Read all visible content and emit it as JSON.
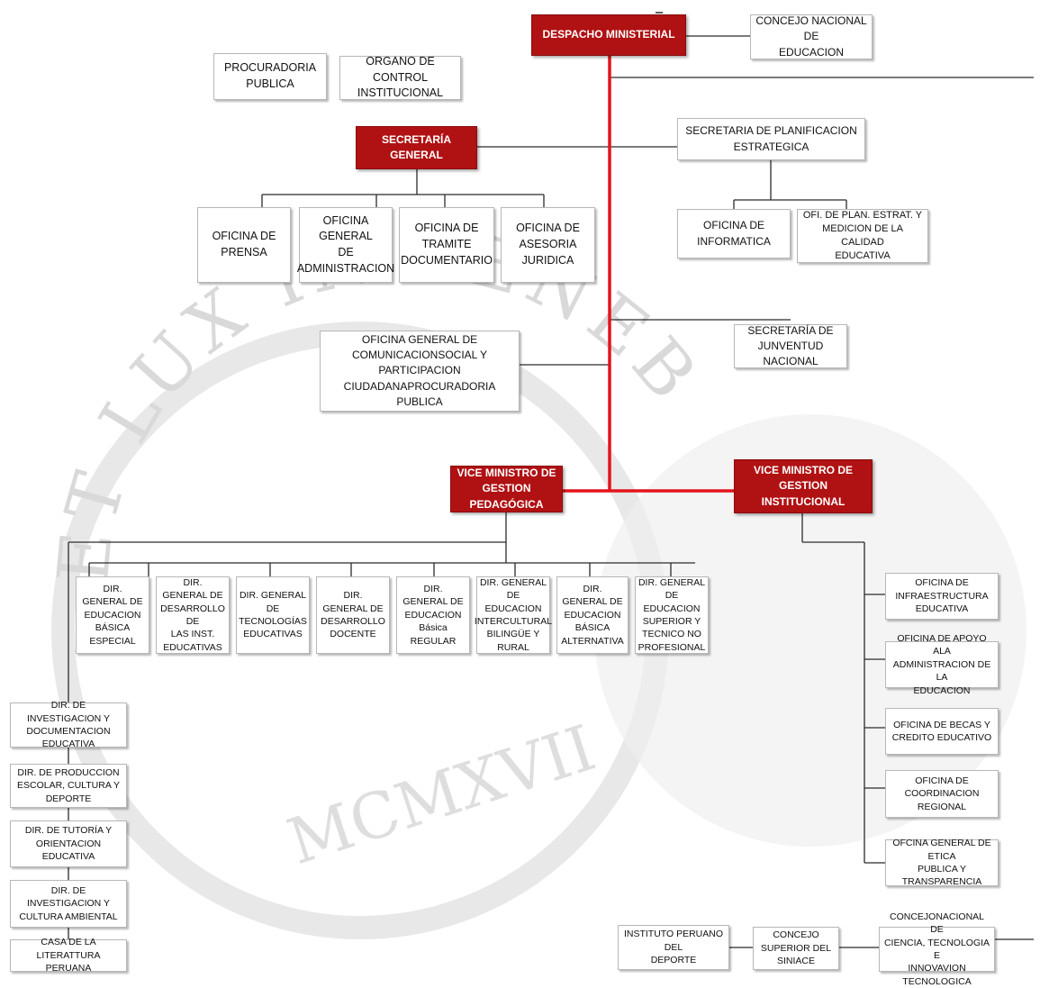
{
  "colors": {
    "accent": "#b01113",
    "main_line": "#e3141b",
    "connector": "#2b2b2b",
    "watermark": "#dcdcdc"
  },
  "watermark": {
    "motto": "ET LUX IN TENEBRIS LUCET",
    "year": "MCMXVII"
  },
  "top": {
    "despacho": "DESPACHO MINISTERIAL",
    "concejo": "CONCEJO NACIONAL DE\nEDUCACION",
    "procuraduria": "PROCURADORIA\nPUBLICA",
    "organo_control": "ORGANO DE CONTROL\nINSTITUCIONAL"
  },
  "secretaria_general": {
    "title": "SECRETARÍA GENERAL",
    "offices": [
      "OFICINA DE\nPRENSA",
      "OFICINA GENERAL\nDE\nADMINISTRACION",
      "OFICINA DE\nTRAMITE\nDOCUMENTARIO",
      "OFICINA DE\nASESORIA JURIDICA"
    ]
  },
  "planificacion": {
    "title": "SECRETARIA DE  PLANIFICACION\nESTRATEGICA",
    "offices": [
      "OFICINA DE\nINFORMATICA",
      "OFI. DE  PLAN. ESTRAT. Y\nMEDICION  DE LA  CALIDAD\nEDUCATIVA"
    ]
  },
  "comunicacion": "OFICINA GENERAL DE\nCOMUNICACIONSOCIAL Y PARTICIPACION\nCIUDADANAPROCURADORIA PUBLICA",
  "juventud": "SECRETARÍA DE\nJUNVENTUD NACIONAL",
  "vice_pedagogica": {
    "title": "VICE MINISTRO DE\nGESTION PEDAGÓGICA",
    "directions": [
      "DIR. GENERAL DE\nEDUCACION\nBÁSICA ESPECIAL",
      "DIR. GENERAL DE\nDESARROLLO DE\nLAS  INST.\nEDUCATIVAS",
      "DIR. GENERAL DE\nTECNOLOGÍAS\nEDUCATIVAS",
      "DIR. GENERAL DE\nDESARROLLO\nDOCENTE",
      "DIR. GENERAL DE\nEDUCACION\nBásica REGULAR",
      "DIR. GENERAL DE\nEDUCACION\nINTERCULTURAL\nBILINGÜE Y RURAL",
      "DIR. GENERAL DE\nEDUCACION\nBÁSICA\nALTERNATIVA",
      "DIR. GENERAL DE\nEDUCACION\nSUPERIOR Y\nTECNICO NO\nPROFESIONAL"
    ],
    "subdirections": [
      "DIR. DE INVESTIGACION Y\nDOCUMENTACION\nEDUCATIVA",
      "DIR. DE PRODUCCION\nESCOLAR, CULTURA Y\nDEPORTE",
      "DIR. DE  TUTORÍA Y\nORIENTACION EDUCATIVA",
      "DIR. DE INVESTIGACION Y\nCULTURA AMBIENTAL",
      "CASA DE LA LITERATTURA\nPERUANA"
    ]
  },
  "vice_institucional": {
    "title": "VICE MINISTRO DE  GESTION\nINSTITUCIONAL",
    "offices": [
      "OFICINA DE\nINFRAESTRUCTURA\nEDUCATIVA",
      "OFICINA DE APOYO ALA\nADMINISTRACION DE LA\nEDUCACION",
      "OFICINA DE BECAS Y\nCREDITO EDUCATIVO",
      "OFICINA DE  COORDINACION\nREGIONAL",
      "OFCINA  GENERAL DE  ETICA\nPUBLICA Y TRANSPARENCIA"
    ]
  },
  "bottom": [
    "INSTITUTO PERUANO DEL\nDEPORTE",
    "CONCEJO SUPERIOR DEL\nSINIACE",
    "CONCEJONACIONAL DE\nCIENCIA, TECNOLOGIA E\nINNOVAVION TECNOLOGICA"
  ]
}
